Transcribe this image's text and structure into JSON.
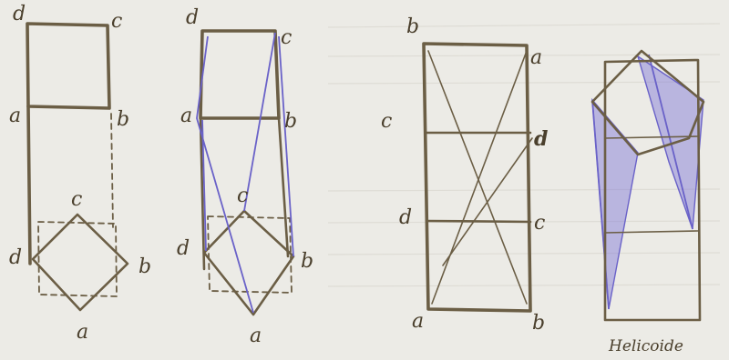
{
  "figures": [
    {
      "id": "fig1",
      "labels": {
        "top_left": "d",
        "top_right": "c",
        "mid_left": "a",
        "mid_right": "b",
        "diamond_top": "c",
        "diamond_left": "d",
        "diamond_right": "b",
        "diamond_bottom": "a"
      }
    },
    {
      "id": "fig2",
      "labels": {
        "top_left": "d",
        "top_right": "c",
        "mid_left": "a",
        "mid_right": "b",
        "diamond_top": "c",
        "diamond_left": "d",
        "diamond_right": "b",
        "diamond_bottom": "a"
      }
    },
    {
      "id": "fig3",
      "labels": {
        "top_left": "b",
        "top_right": "a",
        "left_upper": "c",
        "right_upper": "d",
        "left_lower": "d",
        "right_lower": "c",
        "bottom_left": "a",
        "bottom_right": "b"
      }
    },
    {
      "id": "fig4",
      "caption": "Helicoide"
    }
  ],
  "colors": {
    "ink": "#6b5e45",
    "blue_ink": "#6a62c8",
    "paper": "#ecebe6"
  }
}
